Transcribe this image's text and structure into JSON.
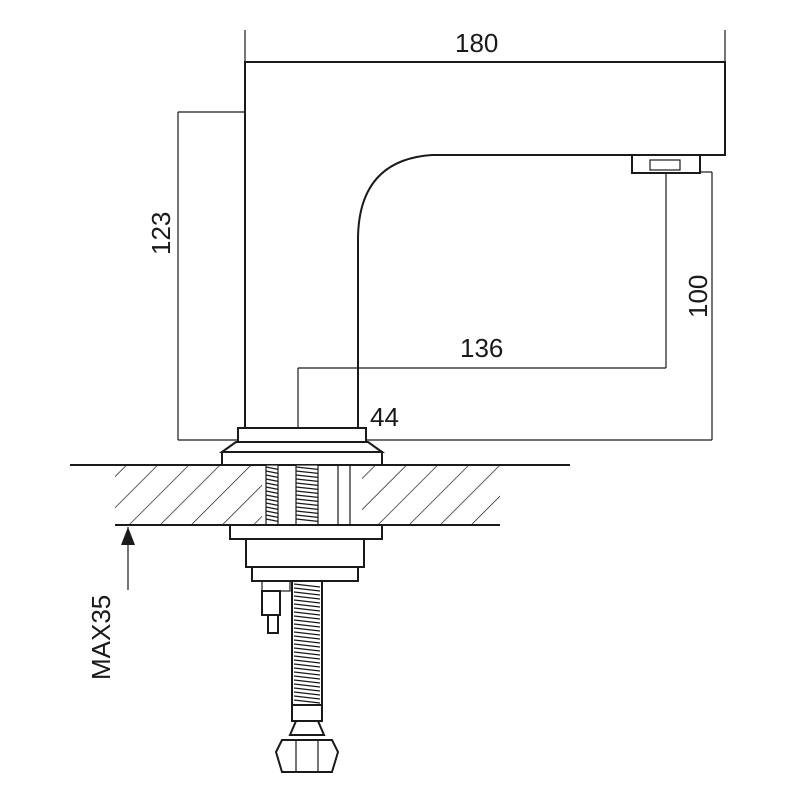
{
  "dimensions": {
    "spout_length": "180",
    "height": "123",
    "spout_height": "100",
    "reach": "136",
    "base_diameter": "44",
    "max_thickness": "MAX35"
  }
}
